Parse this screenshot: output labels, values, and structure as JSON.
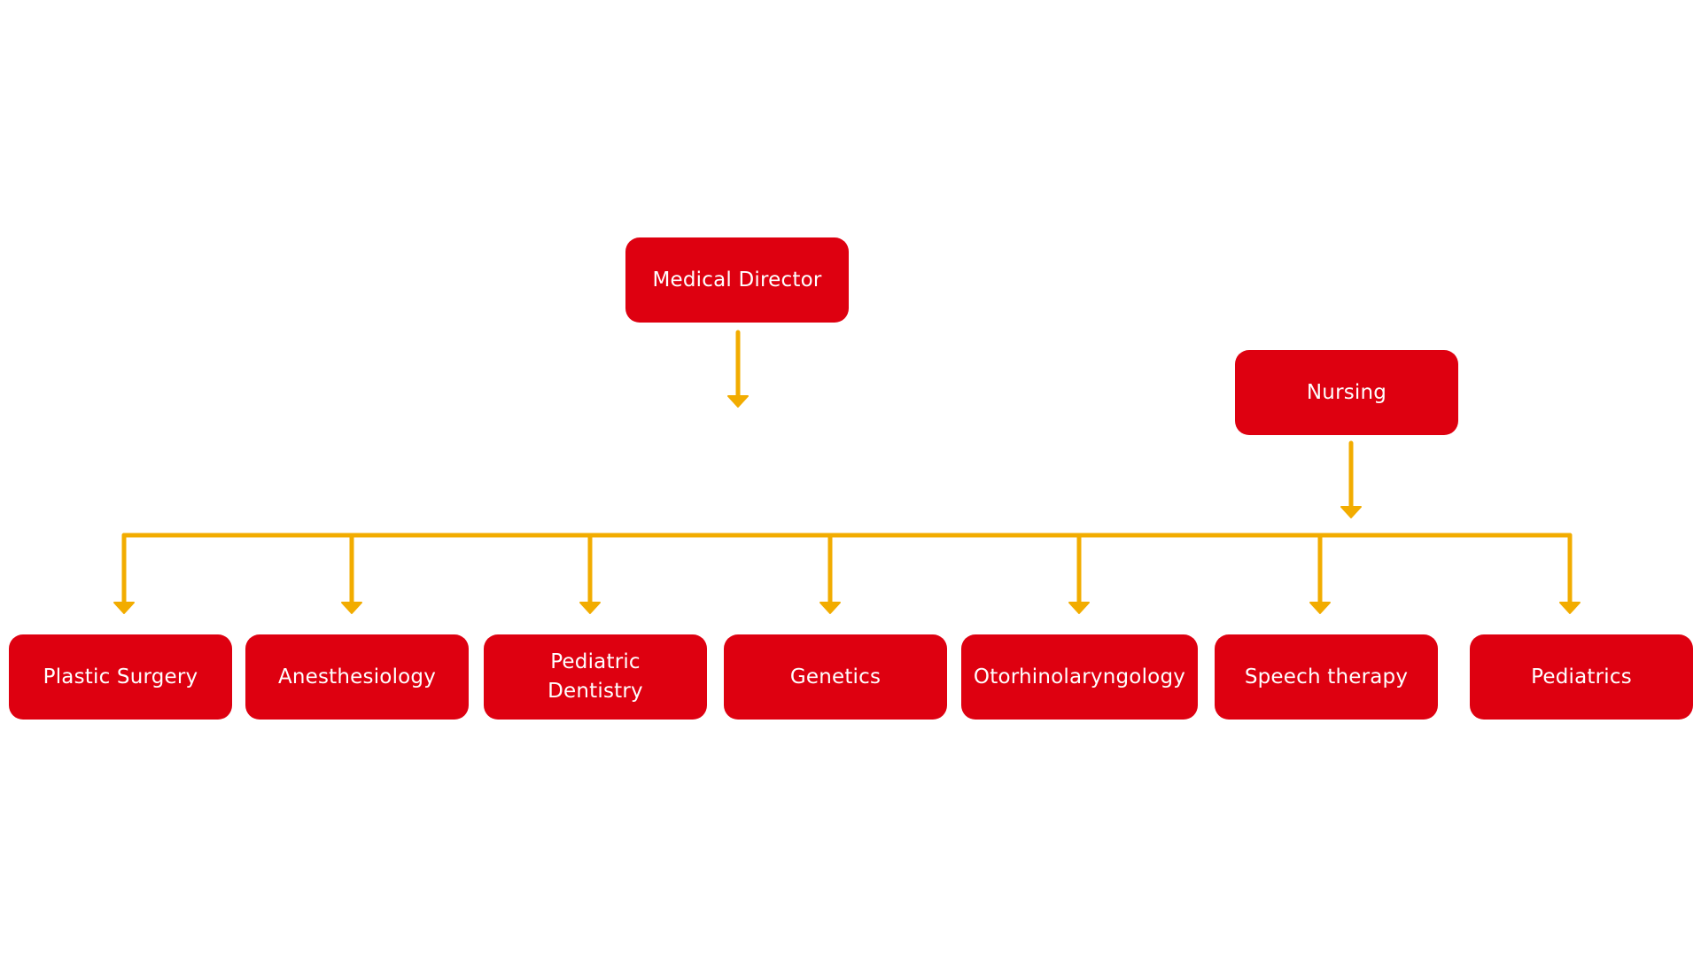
{
  "diagram": {
    "top_node": "Medical Director",
    "side_node": "Nursing",
    "departments": [
      "Plastic Surgery",
      "Anesthesiology",
      "Pediatric Dentistry",
      "Genetics",
      "Otorhinolaryngology",
      "Speech therapy",
      "Pediatrics"
    ]
  },
  "colors": {
    "box": "#de0010",
    "connector": "#f2ac00",
    "text": "#ffffff",
    "background": "#ffffff"
  }
}
